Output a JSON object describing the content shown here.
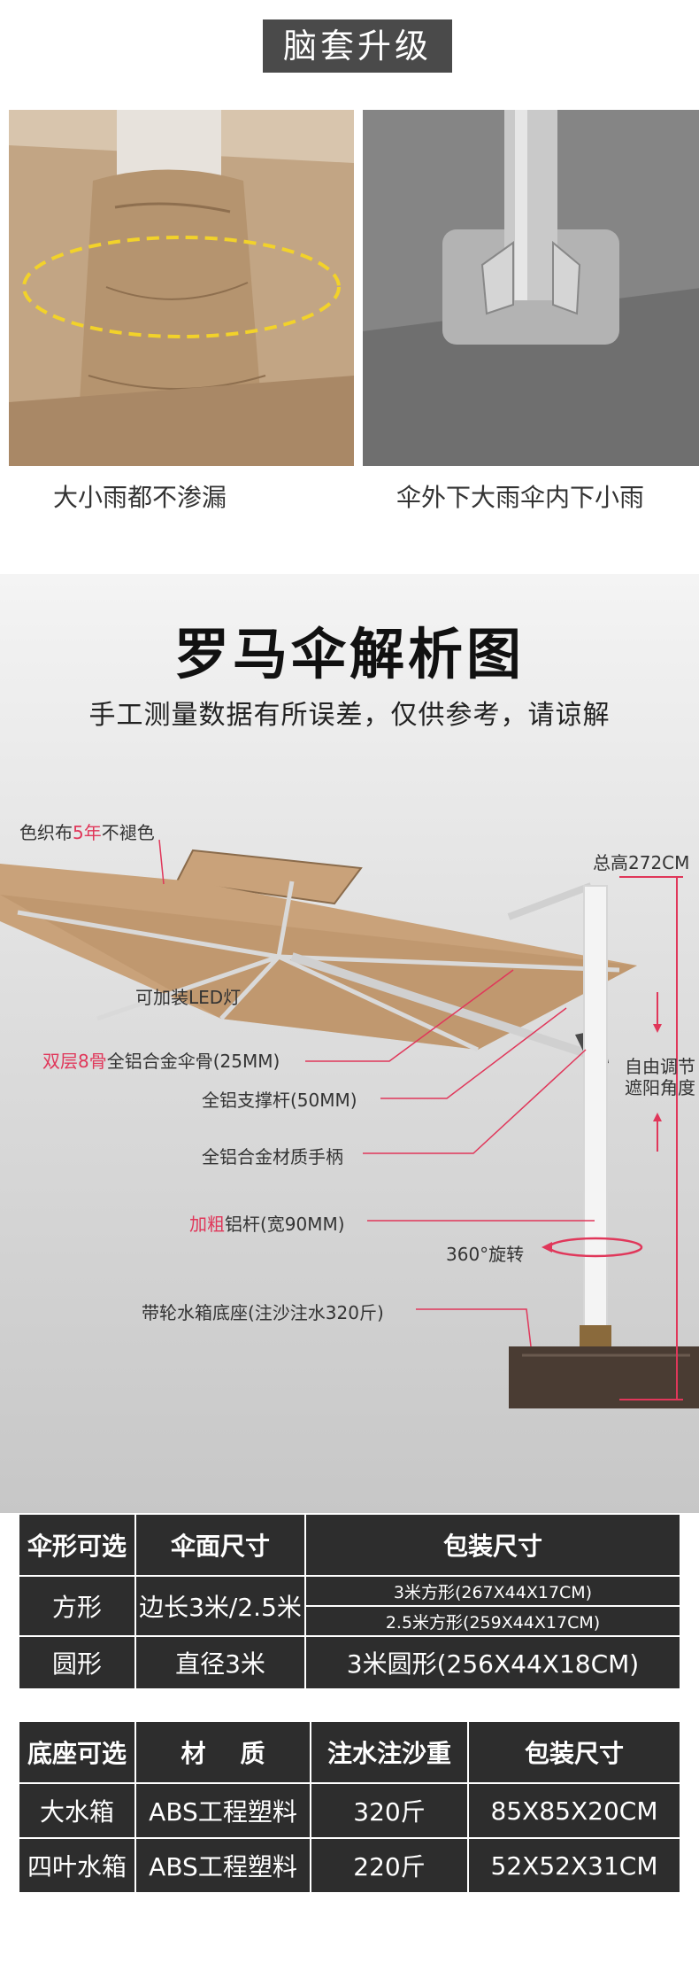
{
  "section1": {
    "badge": "脑套升级",
    "captions": [
      "大小雨都不渗漏",
      "伞外下大雨伞内下小雨"
    ]
  },
  "section2": {
    "title": "罗马伞解析图",
    "subtitle": "手工测量数据有所误差，仅供参考，请谅解",
    "labels": {
      "fabric_a": "色织布",
      "fabric_red": "5年",
      "fabric_b": "不褪色",
      "height": "总高272CM",
      "led": "可加装LED灯",
      "ribs_red": "双层8骨",
      "ribs": "全铝合金伞骨(25MM)",
      "strut": "全铝支撑杆(50MM)",
      "handle": "全铝合金材质手柄",
      "pole_red": "加粗",
      "pole": "铝杆(宽90MM)",
      "rotate": "360°旋转",
      "angle_1": "自由调节",
      "angle_2": "遮阳角度",
      "base": "带轮水箱底座(注沙注水320斤)"
    }
  },
  "table1": {
    "headers": [
      "伞形可选",
      "伞面尺寸",
      "包装尺寸"
    ],
    "rows": [
      {
        "shape": "方形",
        "size": "边长3米/2.5米",
        "pack": [
          "3米方形(267X44X17CM)",
          "2.5米方形(259X44X17CM)"
        ]
      },
      {
        "shape": "圆形",
        "size": "直径3米",
        "pack": [
          "3米圆形(256X44X18CM)"
        ]
      }
    ]
  },
  "table2": {
    "headers": [
      "底座可选",
      "材    质",
      "注水注沙重",
      "包装尺寸"
    ],
    "rows": [
      [
        "大水箱",
        "ABS工程塑料",
        "320斤",
        "85X85X20CM"
      ],
      [
        "四叶水箱",
        "ABS工程塑料",
        "220斤",
        "52X52X31CM"
      ]
    ]
  },
  "colors": {
    "accent_red": "#e0375a",
    "table_bg": "#2d2d2d",
    "badge_bg": "#4a4a4a",
    "canopy": "#c9a27a"
  }
}
